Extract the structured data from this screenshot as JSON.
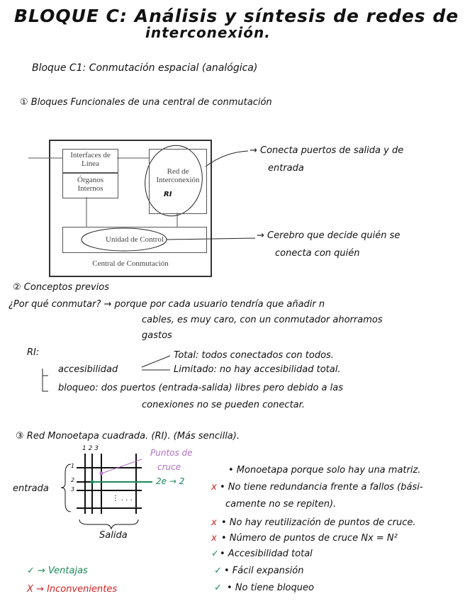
{
  "title_line1": "BLOQUE C: Análisis y síntesis de redes de",
  "title_line2": "interconexión.",
  "subtitle": "Bloque C1: Conmutación espacial (analógica)",
  "section1": {
    "heading": "① Bloques Funcionales de una central de conmutación",
    "diagram": {
      "interfaces": "Interfaces de Línea",
      "organos": "Órganos Internos",
      "red": "Red de Interconexión",
      "ri": "RI",
      "unidad": "Unidad de Control",
      "central": "Central de Conmutación"
    },
    "note_red_1": "Conecta puertos de salida y de",
    "note_red_2": "entrada",
    "note_control_1": "Cerebro que decide quién se",
    "note_control_2": "conecta con quién"
  },
  "section2": {
    "heading": "② Conceptos previos",
    "question": "¿Por qué conmutar?",
    "answer_1": "porque por cada usuario tendría que añadir n",
    "answer_2": "cables, es muy caro, con un conmutador ahorramos",
    "answer_3": "gastos",
    "ri_label": "RI:",
    "accesibilidad": "accesibilidad",
    "total": "Total: todos conectados con todos.",
    "limitado": "Limitado: no hay accesibilidad total.",
    "bloqueo": "bloqueo: dos puertos (entrada-salida) libres pero debido a las",
    "bloqueo_2": "conexiones no se pueden conectar."
  },
  "section3": {
    "heading": "③ Red Monoetapa cuadrada. (RI). (Más sencilla).",
    "grid": {
      "col_labels": "1 2 3",
      "row_labels": [
        "1",
        "2",
        "3"
      ],
      "entrada": "entrada",
      "salida": "Salida",
      "puntos_cruce_1": "Puntos de",
      "puntos_cruce_2": "cruce",
      "arrow_label": "2e → 2",
      "dots": "⋮ . . ."
    },
    "bullets": [
      {
        "mark": "",
        "text": "• Monoetapa porque solo hay una matriz."
      },
      {
        "mark": "x",
        "text": "• No tiene redundancia frente a fallos (bási-"
      },
      {
        "mark": "",
        "text": "camente no se repiten)."
      },
      {
        "mark": "x",
        "text": "• No hay reutilización de puntos de cruce."
      },
      {
        "mark": "x",
        "text": "• Número de puntos de cruce  Nx = N²"
      },
      {
        "mark": "✓",
        "text": "• Accesibilidad total"
      },
      {
        "mark": "✓",
        "text": "• Fácil expansión"
      },
      {
        "mark": "✓",
        "text": "• No tiene bloqueo"
      }
    ],
    "legend_ventajas": "✓ → Ventajas",
    "legend_inconvenientes": "X → Inconvenientes"
  },
  "colors": {
    "green": "#1a8a5a",
    "red": "#d42020",
    "purple": "#b070c0"
  }
}
